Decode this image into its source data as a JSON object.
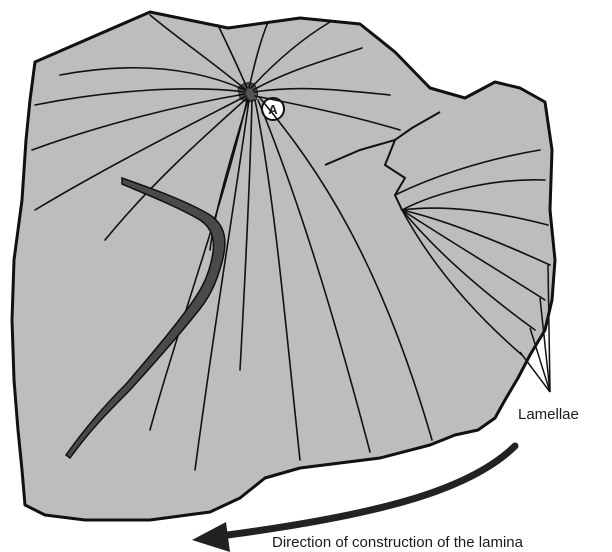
{
  "diagram": {
    "colors": {
      "surface": "#bdbdbd",
      "outline": "#111111",
      "ridge": "#4a4a4a",
      "arrow": "#222222"
    },
    "marker_label": "A",
    "lamellae_label": "Lamellae",
    "direction_label": "Direction of construction of the lamina"
  }
}
